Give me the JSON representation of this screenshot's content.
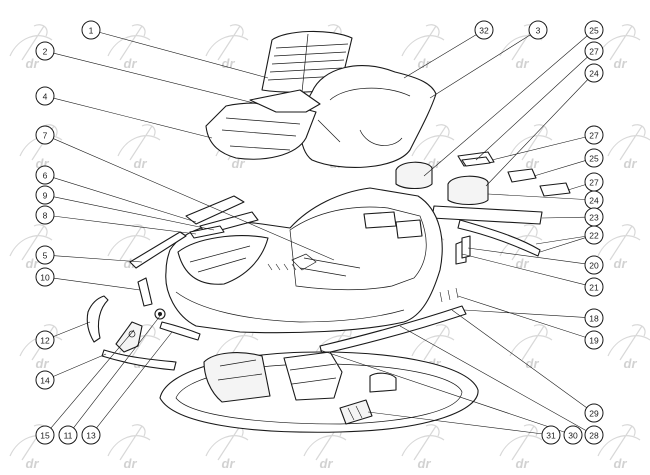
{
  "diagram": {
    "type": "exploded-parts-view",
    "watermark": {
      "text": "dr"
    },
    "callouts_left": [
      {
        "id": "c1",
        "label": "1"
      },
      {
        "id": "c2",
        "label": "2"
      },
      {
        "id": "c4",
        "label": "4"
      },
      {
        "id": "c7",
        "label": "7"
      },
      {
        "id": "c6",
        "label": "6"
      },
      {
        "id": "c9",
        "label": "9"
      },
      {
        "id": "c8",
        "label": "8"
      },
      {
        "id": "c5",
        "label": "5"
      },
      {
        "id": "c10",
        "label": "10"
      },
      {
        "id": "c12",
        "label": "12"
      },
      {
        "id": "c14",
        "label": "14"
      }
    ],
    "callouts_top": [
      {
        "id": "c32",
        "label": "32"
      },
      {
        "id": "c3",
        "label": "3"
      }
    ],
    "callouts_right": [
      {
        "id": "c25a",
        "label": "25"
      },
      {
        "id": "c27a",
        "label": "27"
      },
      {
        "id": "c24a",
        "label": "24"
      },
      {
        "id": "c27b",
        "label": "27"
      },
      {
        "id": "c25b",
        "label": "25"
      },
      {
        "id": "c27c",
        "label": "27"
      },
      {
        "id": "c24b",
        "label": "24"
      },
      {
        "id": "c23",
        "label": "23"
      },
      {
        "id": "c22",
        "label": "22"
      },
      {
        "id": "c20",
        "label": "20"
      },
      {
        "id": "c21",
        "label": "21"
      },
      {
        "id": "c18",
        "label": "18"
      },
      {
        "id": "c19",
        "label": "19"
      },
      {
        "id": "c29",
        "label": "29"
      },
      {
        "id": "c28",
        "label": "28"
      }
    ],
    "callouts_bottom": [
      {
        "id": "c15",
        "label": "15"
      },
      {
        "id": "c11",
        "label": "11"
      },
      {
        "id": "c13",
        "label": "13"
      },
      {
        "id": "c31",
        "label": "31"
      },
      {
        "id": "c30",
        "label": "30"
      }
    ]
  }
}
